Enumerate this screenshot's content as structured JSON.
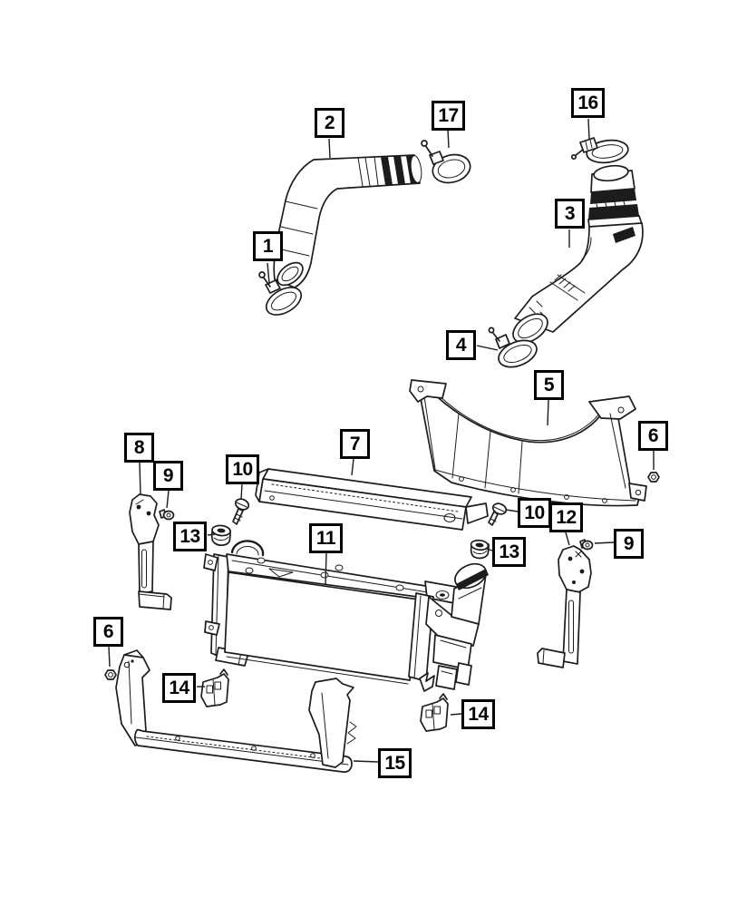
{
  "diagram": {
    "type": "exploded-parts-diagram",
    "colors": {
      "background": "#ffffff",
      "line": "#1c1c1c",
      "callout_border": "#000000",
      "callout_fill": "#ffffff",
      "callout_text": "#000000"
    },
    "callouts": [
      {
        "id": "1",
        "label": "1"
      },
      {
        "id": "2",
        "label": "2"
      },
      {
        "id": "3",
        "label": "3"
      },
      {
        "id": "4",
        "label": "4"
      },
      {
        "id": "5",
        "label": "5"
      },
      {
        "id": "6-right",
        "label": "6"
      },
      {
        "id": "6-left",
        "label": "6"
      },
      {
        "id": "7",
        "label": "7"
      },
      {
        "id": "8",
        "label": "8"
      },
      {
        "id": "9-left",
        "label": "9"
      },
      {
        "id": "9-right",
        "label": "9"
      },
      {
        "id": "10-left",
        "label": "10"
      },
      {
        "id": "10-right",
        "label": "10"
      },
      {
        "id": "11",
        "label": "11"
      },
      {
        "id": "12",
        "label": "12"
      },
      {
        "id": "13-left",
        "label": "13"
      },
      {
        "id": "13-right",
        "label": "13"
      },
      {
        "id": "14-left",
        "label": "14"
      },
      {
        "id": "14-right",
        "label": "14"
      },
      {
        "id": "15",
        "label": "15"
      },
      {
        "id": "16",
        "label": "16"
      },
      {
        "id": "17",
        "label": "17"
      }
    ]
  }
}
